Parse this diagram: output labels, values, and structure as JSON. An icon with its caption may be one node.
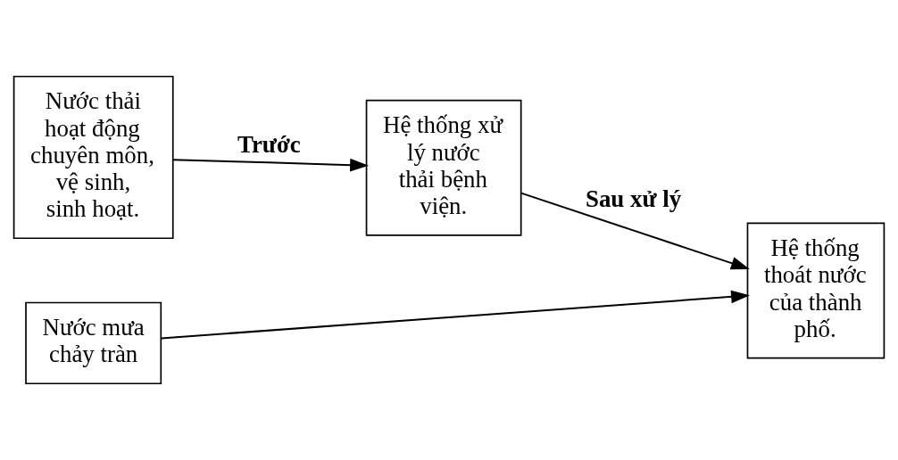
{
  "diagram": {
    "nodes": [
      {
        "text": [
          "Nước thải hoạt động chuyên môn, vệ sinh, sinh hoạt."
        ]
      },
      {
        "text": [
          "Hệ thống xử lý nước thải bệnh viện."
        ]
      },
      {
        "text": [
          "Hệ thống thoát nước của thành phố."
        ]
      },
      {
        "text": [
          "Nước mưa chảy tràn"
        ]
      }
    ],
    "edges": [
      {
        "from": 0,
        "to": 1,
        "arrow": "to",
        "label": "Trước"
      },
      {
        "from": 1,
        "to": 2,
        "arrow": "to",
        "label": "Sau xử lý"
      },
      {
        "from": 3,
        "to": 2,
        "arrow": "to"
      }
    ]
  }
}
